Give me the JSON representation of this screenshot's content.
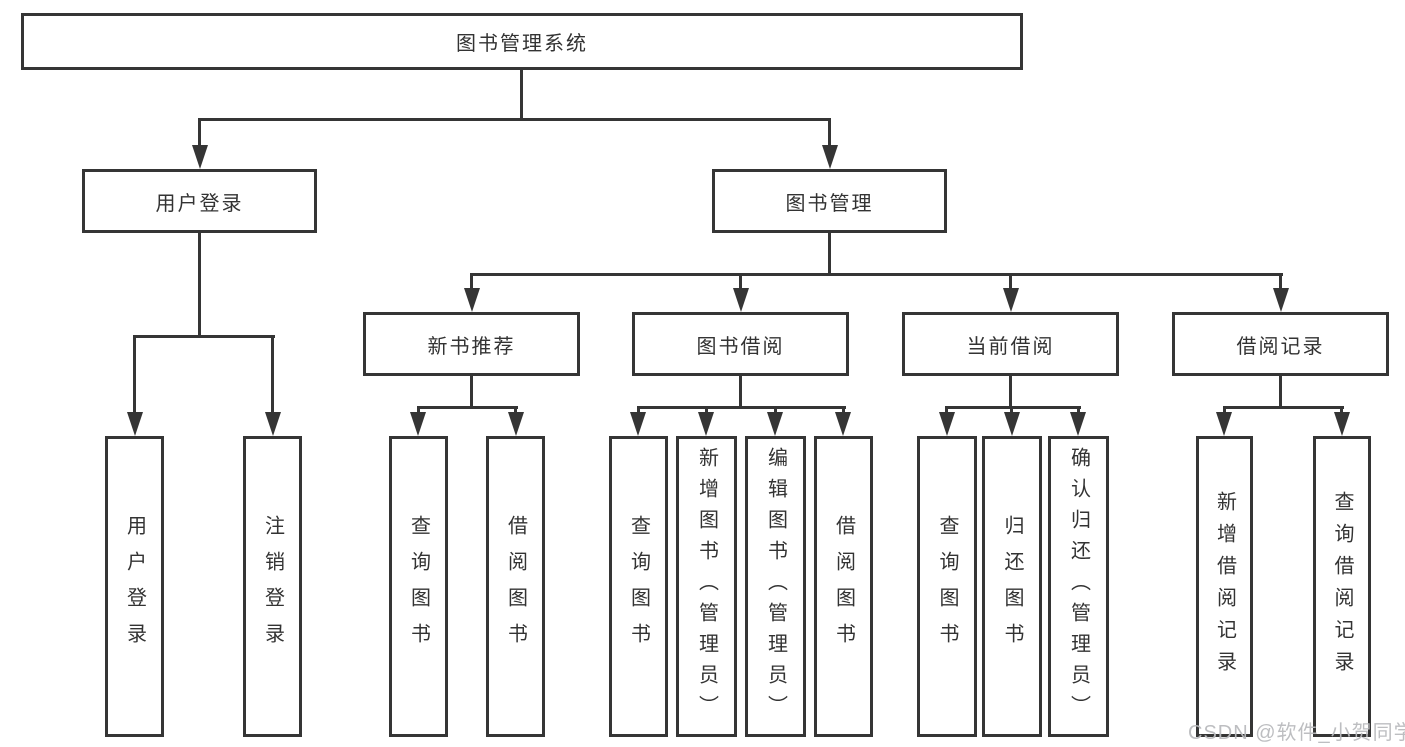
{
  "title": "图书管理系统",
  "watermark": "CSDN @软件_小贺同学",
  "colors": {
    "line": "#353535",
    "text": "#333333",
    "watermark": "#b9babe",
    "background": "#ffffff"
  },
  "chart_data": {
    "type": "tree-diagram",
    "root": "图书管理系统",
    "levels": 3
  },
  "tree": {
    "root": "图书管理系统",
    "children": [
      {
        "label": "用户登录",
        "children": [
          "用户登录",
          "注销登录"
        ]
      },
      {
        "label": "图书管理",
        "children": [
          {
            "label": "新书推荐",
            "children": [
              "查询图书",
              "借阅图书"
            ]
          },
          {
            "label": "图书借阅",
            "children": [
              "查询图书",
              "新增图书（管理员）",
              "编辑图书（管理员）",
              "借阅图书"
            ]
          },
          {
            "label": "当前借阅",
            "children": [
              "查询图书",
              "归还图书",
              "确认归还（管理员）"
            ]
          },
          {
            "label": "借阅记录",
            "children": [
              "新增借阅记录",
              "查询借阅记录"
            ]
          }
        ]
      }
    ]
  }
}
